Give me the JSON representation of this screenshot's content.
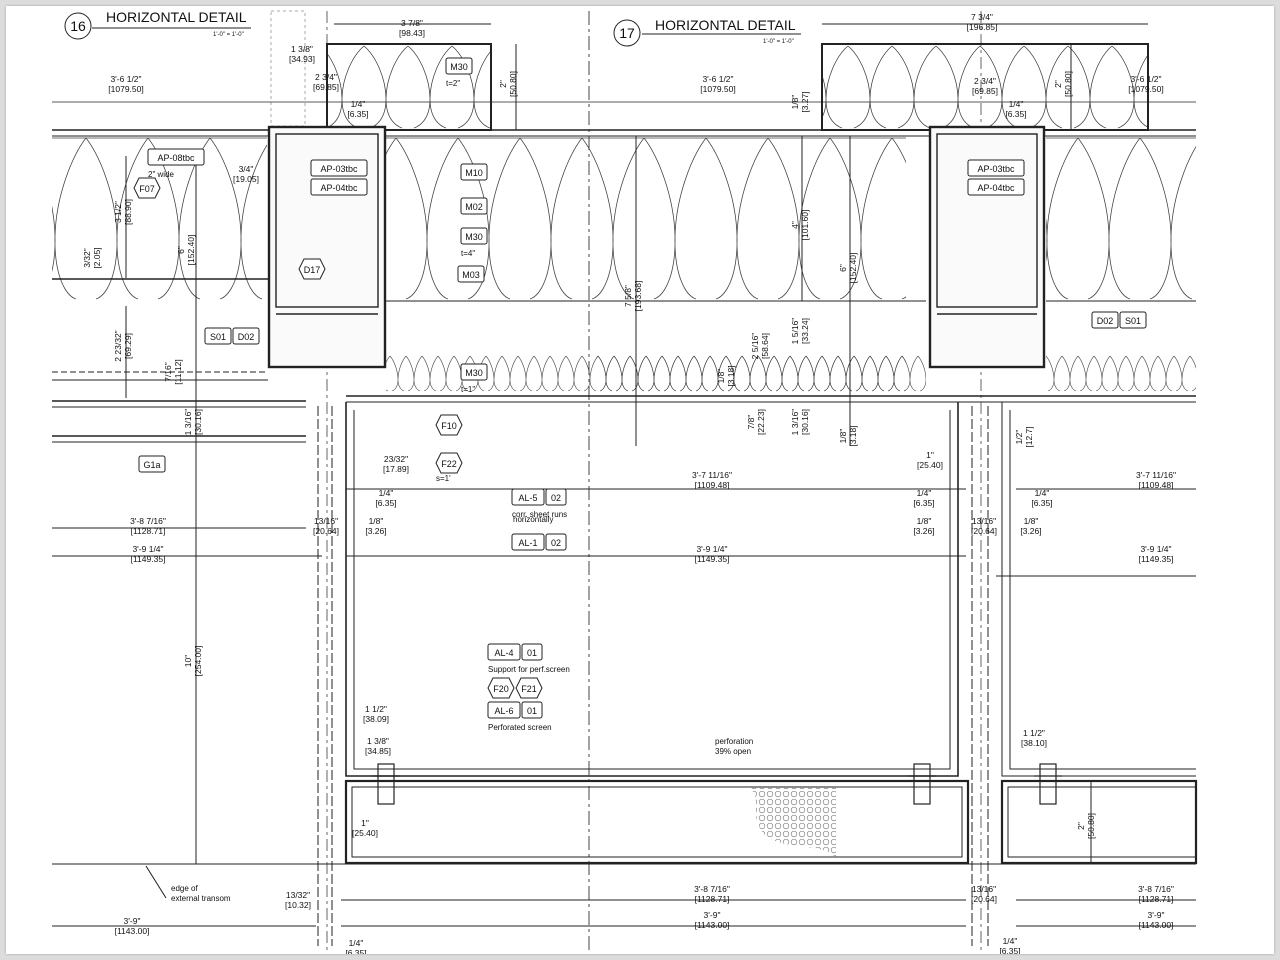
{
  "detail16": {
    "number": "16",
    "title": "HORIZONTAL DETAIL",
    "scale": "1'-0\" = 1'-0\""
  },
  "detail17": {
    "number": "17",
    "title": "HORIZONTAL DETAIL",
    "scale": "1'-0\" = 1'-0\""
  },
  "tags": [
    {
      "id": "t1",
      "lines": [
        "M30"
      ],
      "below": "t=2\""
    },
    {
      "id": "t2",
      "lines": [
        "AP-08tbc"
      ],
      "below": "2\" wide"
    },
    {
      "id": "t3",
      "lines": [
        "F07"
      ]
    },
    {
      "id": "t4",
      "lines": [
        "AP-03tbc"
      ]
    },
    {
      "id": "t5",
      "lines": [
        "AP-04tbc"
      ]
    },
    {
      "id": "t6",
      "lines": [
        "M10"
      ]
    },
    {
      "id": "t7",
      "lines": [
        "M02"
      ]
    },
    {
      "id": "t8",
      "lines": [
        "M30"
      ],
      "below": "t=4\""
    },
    {
      "id": "t9",
      "lines": [
        "D17"
      ]
    },
    {
      "id": "t10",
      "lines": [
        "M03"
      ]
    },
    {
      "id": "t11",
      "lines": [
        "S01",
        "D02"
      ]
    },
    {
      "id": "t12",
      "lines": [
        "M30"
      ],
      "below": "t=1\""
    },
    {
      "id": "t13",
      "lines": [
        "F10"
      ]
    },
    {
      "id": "t14",
      "lines": [
        "F22"
      ],
      "below": "s=1'"
    },
    {
      "id": "t15",
      "lines": [
        "G1a"
      ]
    },
    {
      "id": "t16",
      "lines": [
        "AL-5",
        "02"
      ],
      "below": "corr. sheet runs"
    },
    {
      "id": "t17",
      "lines": [
        "AL-1",
        "02"
      ]
    },
    {
      "id": "t18",
      "lines": [
        "AL-4",
        "01"
      ],
      "below": "Support for perf.screen"
    },
    {
      "id": "t19",
      "lines": [
        "F20",
        "F21"
      ]
    },
    {
      "id": "t20",
      "lines": [
        "AL-6",
        "01"
      ],
      "below": "Perforated screen"
    },
    {
      "id": "t21",
      "lines": [
        "AP-03tbc"
      ]
    },
    {
      "id": "t22",
      "lines": [
        "AP-04tbc"
      ]
    },
    {
      "id": "t23",
      "lines": [
        "D02",
        "S01"
      ]
    }
  ],
  "notes": {
    "horizontally": "horizontally",
    "perforation": "perforation",
    "open": "39% open",
    "edge1": "edge of",
    "edge2": "external transom"
  },
  "dims": [
    {
      "id": "d1",
      "a": "3 7/8\"",
      "b": "[98.43]"
    },
    {
      "id": "d2",
      "a": "1 3/8\"",
      "b": "[34.93]"
    },
    {
      "id": "d3",
      "a": "2 3/4\"",
      "b": "[69.85]"
    },
    {
      "id": "d4",
      "a": "3'-6 1/2\"",
      "b": "[1079.50]"
    },
    {
      "id": "d5",
      "a": "1/4\"",
      "b": "[6.35]"
    },
    {
      "id": "d6",
      "a": "2\"",
      "b": "[50.80]"
    },
    {
      "id": "d7",
      "a": "3/4\"",
      "b": "[19.05]"
    },
    {
      "id": "d8",
      "a": "3 1/2\"",
      "b": "[88.90]"
    },
    {
      "id": "d9",
      "a": "3/32\"",
      "b": "[2.05]"
    },
    {
      "id": "d10",
      "a": "6\"",
      "b": "[152.40]"
    },
    {
      "id": "d11",
      "a": "2 23/32\"",
      "b": "[69.29]"
    },
    {
      "id": "d12",
      "a": "7/16\"",
      "b": "[11.12]"
    },
    {
      "id": "d13",
      "a": "1 3/16\"",
      "b": "[30.16]"
    },
    {
      "id": "d14",
      "a": "23/32\"",
      "b": "[17.89]"
    },
    {
      "id": "d15",
      "a": "1/4\"",
      "b": "[6.35]"
    },
    {
      "id": "d16",
      "a": "13/16\"",
      "b": "[20.64]"
    },
    {
      "id": "d17",
      "a": "1/8\"",
      "b": "[3.26]"
    },
    {
      "id": "d18",
      "a": "3'-8 7/16\"",
      "b": "[1128.71]"
    },
    {
      "id": "d19",
      "a": "3'-9 1/4\"",
      "b": "[1149.35]"
    },
    {
      "id": "d20",
      "a": "10\"",
      "b": "[254.00]"
    },
    {
      "id": "d21",
      "a": "1 1/2\"",
      "b": "[38.09]"
    },
    {
      "id": "d22",
      "a": "1 3/8\"",
      "b": "[34.85]"
    },
    {
      "id": "d23",
      "a": "1\"",
      "b": "[25.40]"
    },
    {
      "id": "d24",
      "a": "13/32\"",
      "b": "[10.32]"
    },
    {
      "id": "d25",
      "a": "3'-9\"",
      "b": "[1143.00]"
    },
    {
      "id": "d26",
      "a": "1/4\"",
      "b": "[6.35]"
    },
    {
      "id": "d27",
      "a": "7 3/4\"",
      "b": "[196.85]"
    },
    {
      "id": "d28",
      "a": "3'-6 1/2\"",
      "b": "[1079.50]"
    },
    {
      "id": "d29",
      "a": "1/8\"",
      "b": "[3.27]"
    },
    {
      "id": "d30",
      "a": "2 3/4\"",
      "b": "[69.85]"
    },
    {
      "id": "d31",
      "a": "1/4\"",
      "b": "[6.35]"
    },
    {
      "id": "d32",
      "a": "2\"",
      "b": "[50.80]"
    },
    {
      "id": "d33",
      "a": "3'-6 1/2\"",
      "b": "[1079.50]"
    },
    {
      "id": "d34",
      "a": "4\"",
      "b": "[101.60]"
    },
    {
      "id": "d35",
      "a": "6\"",
      "b": "[152.40]"
    },
    {
      "id": "d36",
      "a": "7 5/8\"",
      "b": "[193.68]"
    },
    {
      "id": "d37",
      "a": "2 5/16\"",
      "b": "[58.64]"
    },
    {
      "id": "d38",
      "a": "1 5/16\"",
      "b": "[33.24]"
    },
    {
      "id": "d39",
      "a": "1/8\"",
      "b": "[3.18]"
    },
    {
      "id": "d40",
      "a": "7/8\"",
      "b": "[22.23]"
    },
    {
      "id": "d41",
      "a": "1 3/16\"",
      "b": "[30.16]"
    },
    {
      "id": "d42",
      "a": "1/8\"",
      "b": "[3.18]"
    },
    {
      "id": "d43",
      "a": "1\"",
      "b": "[25.40]"
    },
    {
      "id": "d44",
      "a": "1/2\"",
      "b": "[12.7]"
    },
    {
      "id": "d45",
      "a": "3'-7 11/16\"",
      "b": "[1109.48]"
    },
    {
      "id": "d46",
      "a": "3'-7 11/16\"",
      "b": "[1109.48]"
    },
    {
      "id": "d47",
      "a": "1/4\"",
      "b": "[6.35]"
    },
    {
      "id": "d48",
      "a": "1/4\"",
      "b": "[6.35]"
    },
    {
      "id": "d49",
      "a": "1/8\"",
      "b": "[3.26]"
    },
    {
      "id": "d50",
      "a": "13/16\"",
      "b": "[20.64]"
    },
    {
      "id": "d51",
      "a": "1/8\"",
      "b": "[3.26]"
    },
    {
      "id": "d52",
      "a": "3'-9 1/4\"",
      "b": "[1149.35]"
    },
    {
      "id": "d53",
      "a": "3'-9 1/4\"",
      "b": "[1149.35]"
    },
    {
      "id": "d54",
      "a": "1 1/2\"",
      "b": "[38.10]"
    },
    {
      "id": "d55",
      "a": "2\"",
      "b": "[50.80]"
    },
    {
      "id": "d56",
      "a": "3'-8 7/16\"",
      "b": "[1128.71]"
    },
    {
      "id": "d57",
      "a": "13/16\"",
      "b": "[20.64]"
    },
    {
      "id": "d58",
      "a": "3'-8 7/16\"",
      "b": "[1128.71]"
    },
    {
      "id": "d59",
      "a": "3'-9\"",
      "b": "[1143.00]"
    },
    {
      "id": "d60",
      "a": "3'-9\"",
      "b": "[1143.00]"
    },
    {
      "id": "d61",
      "a": "1/4\"",
      "b": "[6.35]"
    }
  ]
}
